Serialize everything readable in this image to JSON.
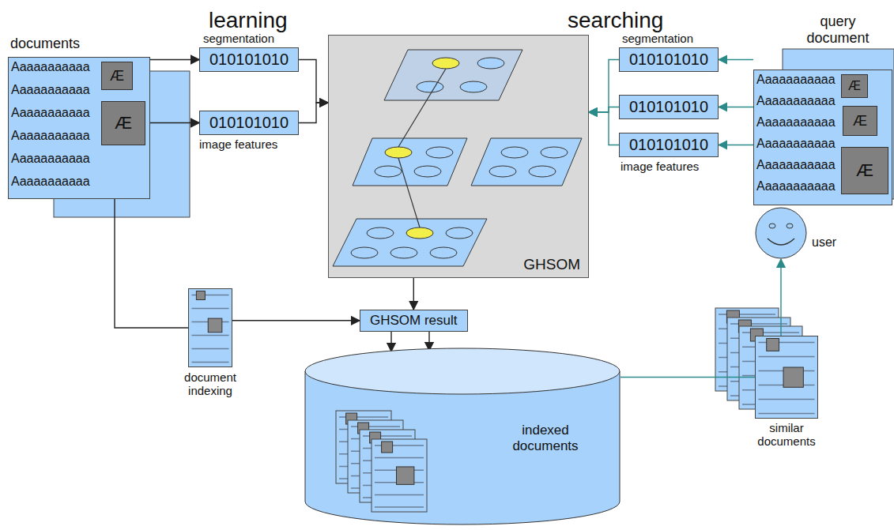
{
  "diagram": {
    "nodes": [
      {
        "text": [
          "documents"
        ]
      },
      {
        "text": [
          "010101010"
        ]
      },
      {
        "text": [
          "010101010"
        ]
      },
      {
        "text": [
          "GHSOM"
        ]
      },
      {
        "text": [
          "GHSOM result"
        ]
      },
      {
        "text": [
          "document indexing"
        ]
      },
      {
        "text": [
          "indexed documents"
        ]
      },
      {
        "text": [
          "010101010"
        ]
      },
      {
        "text": [
          "010101010"
        ]
      },
      {
        "text": [
          "010101010"
        ]
      },
      {
        "text": [
          "query document"
        ]
      },
      {
        "text": [
          "user"
        ]
      },
      {
        "text": [
          "similar documents"
        ]
      }
    ],
    "edges": [
      {
        "from": 0,
        "to": 1,
        "arrow": "to"
      },
      {
        "from": 0,
        "to": 2,
        "arrow": "to"
      },
      {
        "from": 1,
        "to": 3,
        "arrow": "to"
      },
      {
        "from": 2,
        "to": 3,
        "arrow": "to"
      },
      {
        "from": 3,
        "to": 4,
        "arrow": "to"
      },
      {
        "from": 0,
        "to": 5,
        "arrow": "none"
      },
      {
        "from": 5,
        "to": 4,
        "arrow": "to"
      },
      {
        "from": 4,
        "to": 6,
        "arrow": "to"
      },
      {
        "from": 4,
        "to": 6,
        "arrow": "to"
      },
      {
        "from": 10,
        "to": 7,
        "arrow": "to"
      },
      {
        "from": 10,
        "to": 8,
        "arrow": "to"
      },
      {
        "from": 10,
        "to": 9,
        "arrow": "to"
      },
      {
        "from": 7,
        "to": 3,
        "arrow": "to"
      },
      {
        "from": 8,
        "to": 3,
        "arrow": "to"
      },
      {
        "from": 9,
        "to": 3,
        "arrow": "to"
      },
      {
        "from": 6,
        "to": 12,
        "arrow": "none"
      },
      {
        "from": 12,
        "to": 11,
        "arrow": "to"
      }
    ],
    "labels": [
      "learning",
      "searching",
      "segmentation",
      "image features",
      "segmentation",
      "image features",
      "Aaaaaaaaaaa",
      "Aaaaaaaaaaa",
      "Aaaaaaaaaaa",
      "Aaaaaaaaaaa",
      "Aaaaaaaaaaa",
      "Aaaaaaaaaaa",
      "Æ",
      "Æ",
      "Aaaaaaaaaaa",
      "Aaaaaaaaaaa",
      "Aaaaaaaaaaa",
      "Aaaaaaaaaaa",
      "Aaaaaaaaaaa",
      "Aaaaaaaaaaa",
      "Æ",
      "Æ",
      "Æ"
    ]
  }
}
